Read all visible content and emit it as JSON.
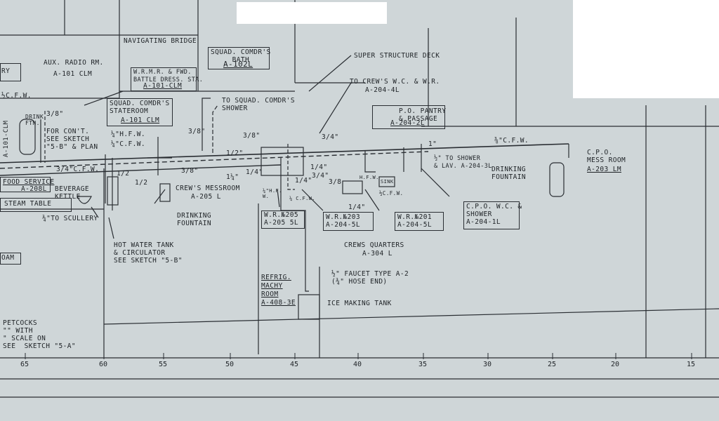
{
  "labels": {
    "navigating_bridge": "NAVIGATING BRIDGE",
    "aux_radio": "AUX. RADIO RM.",
    "aux_radio_code": "A-101 CLM",
    "ry": "RY",
    "cfw_left": "½C.F.W.",
    "squad_bath": "SQUAD. COMDR'S\nBATH",
    "squad_bath_code": "A-102L",
    "superstructure_deck": "SUPER STRUCTURE DECK",
    "wrmr": "W.R.M.R. & FWD.\nBATTLE DRESS. STA.",
    "wrmr_code": "A-101-CLM",
    "to_crews_wc": "TO CREW'S W.C. & W.R.",
    "to_crews_wc_code": "A-204-4L",
    "to_squad_shower": "TO SQUAD. COMDR'S\nSHOWER",
    "squad_stateroom": "SQUAD. COMDR'S\nSTATEROOM",
    "squad_stateroom_code": "A-101 CLM",
    "po_pantry": "P.O. PANTRY\n& PASSAGE",
    "po_pantry_code": "A-204-2L",
    "drink_ftn": "DRINK\nFTN.",
    "vert_code": "A-101-CLM",
    "for_cont": "FOR CON'T.\nSEE SKETCH\n\"5-B\" & PLAN",
    "hfw_quarter": "¼\"H.F.W.",
    "cfw_quarter": "¼\"C.F.W.",
    "cfw_three_eighth": "⅜\"C.F.W.",
    "cpo_mess": "C.P.O.\nMESS ROOM",
    "cpo_mess_code": "A-203 LM",
    "to_shower": "½\" TO SHOWER\n& LAV. A-204-3L",
    "drinking_fountain_r": "DRINKING\nFOUNTAIN",
    "food_service": "FOOD SERVICE",
    "food_service_code": "A-208L",
    "beverage_kettle": "BEVERAGE\nKETTLE",
    "crews_messroom": "CREW'S MESSROOM",
    "crews_messroom_code": "A-205 L",
    "steam_table": "STEAM TABLE",
    "to_scullery": "¾\"TO SCULLERY",
    "drinking_fountain_c": "DRINKING\nFOUNTAIN",
    "wr205": "W.R.№205\nA-205 5L",
    "wr203": "W.R.№203\nA-204-5L",
    "wr201": "W.R.№201\nA-204-5L",
    "cpo_wc": "C.P.O. W.C. &\nSHOWER\nA-204-1L",
    "crews_quarters": "CREWS QUARTERS",
    "crews_quarters_code": "A-304 L",
    "oam": "OAM",
    "hot_water_tank": "HOT WATER TANK\n& CIRCULATOR\nSEE SKETCH \"5-B\"",
    "refrig": "REFRIG.\nMACHY\nROOM\nA-408-3E",
    "faucet": "½\" FAUCET TYPE A-2\n(¾\" HOSE END)",
    "ice_making_tank": "ICE MAKING TANK",
    "petcocks": "PETCOCKS\n\"\" WITH\n\" SCALE ON\nSEE  SKETCH \"5-A\"",
    "sink": "SINK",
    "hfw_small": "H.F.W.",
    "cfw_small": "½C.F.W.",
    "wc_small": "¼\"H.F.\nW.",
    "lav_small": "¼ C.F.W."
  },
  "sizes": {
    "s_3_8a": "3/8\"",
    "s_3_8b": "3/8\"",
    "s_3_8c": "3/8\"",
    "s_3_8d": "3/8",
    "s_1_2a": "1/2\"",
    "s_1_2b": "1/2",
    "s_1_2c": "1/2",
    "s_1_4a": "1/4\"",
    "s_1_4b": "1/4\"",
    "s_1_4c": "1/4\"",
    "s_1_4d": "1/4\"",
    "s_3_4a": "3/4\"",
    "s_3_4b": "3/4\"",
    "s_3_4cfw": "3/4\"C.F.W.",
    "s_1in": "1\"",
    "s_1_1_4": "1¼\"",
    "s_3_8_top": "3/8\""
  },
  "frame_ticks": [
    "65",
    "60",
    "55",
    "50",
    "45",
    "40",
    "35",
    "30",
    "25",
    "20",
    "15"
  ],
  "colors": {
    "paper": "#cfd6d8",
    "ink": "#1e2226",
    "mask": "#ffffff"
  }
}
